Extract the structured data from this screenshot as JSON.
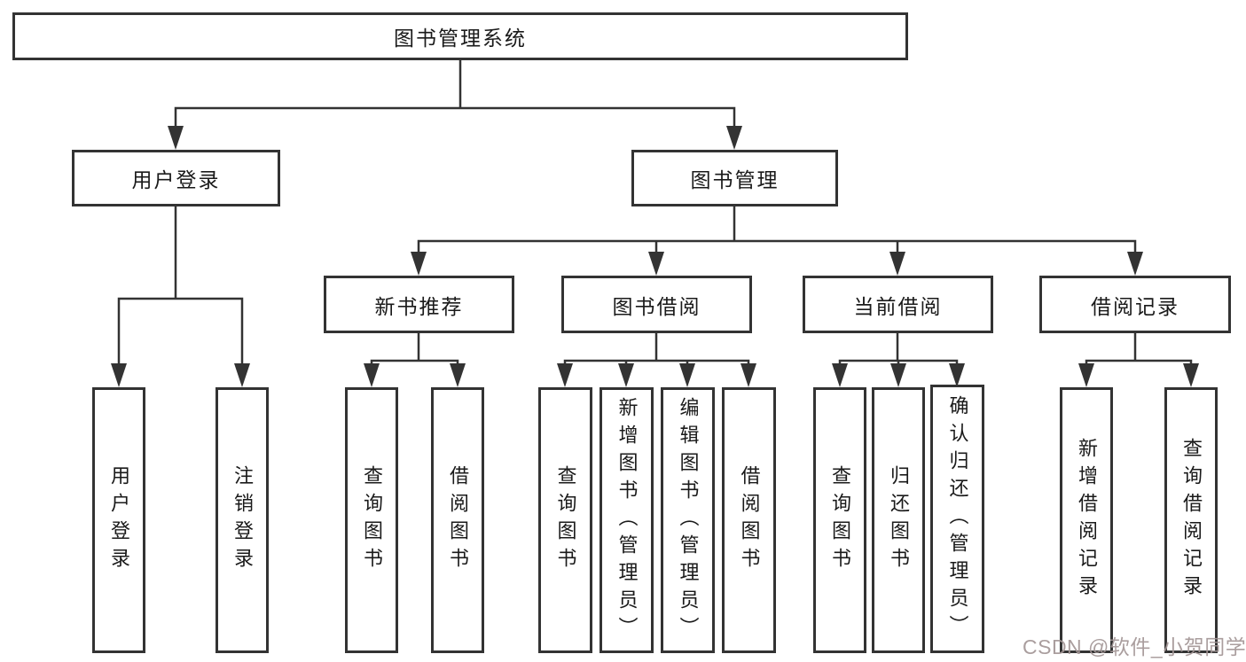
{
  "diagram": {
    "root": {
      "label": "图书管理系统"
    },
    "level2": {
      "user_login": {
        "label": "用户登录"
      },
      "book_management": {
        "label": "图书管理"
      }
    },
    "modules": [
      {
        "label": "新书推荐"
      },
      {
        "label": "图书借阅"
      },
      {
        "label": "当前借阅"
      },
      {
        "label": "借阅记录"
      }
    ],
    "leaves": {
      "user_login": [
        {
          "label": "用户登录"
        },
        {
          "label": "注销登录"
        }
      ],
      "new_book_recommend": [
        {
          "label": "查询图书"
        },
        {
          "label": "借阅图书"
        }
      ],
      "book_borrowing": [
        {
          "label": "查询图书"
        },
        {
          "label": "新增图书（管理员）"
        },
        {
          "label": "编辑图书（管理员）"
        },
        {
          "label": "借阅图书"
        }
      ],
      "current_borrowing": [
        {
          "label": "查询图书"
        },
        {
          "label": "归还图书"
        },
        {
          "label": "确认归还（管理员）"
        }
      ],
      "borrowing_records": [
        {
          "label": "新增借阅记录"
        },
        {
          "label": "查询借阅记录"
        }
      ]
    }
  },
  "watermark": {
    "text": "CSDN @软件_小贺同学"
  },
  "colors": {
    "box_border": "#333333",
    "connector": "#333333",
    "text": "#1a1a1a",
    "background": "#ffffff",
    "watermark": "#a39696"
  }
}
